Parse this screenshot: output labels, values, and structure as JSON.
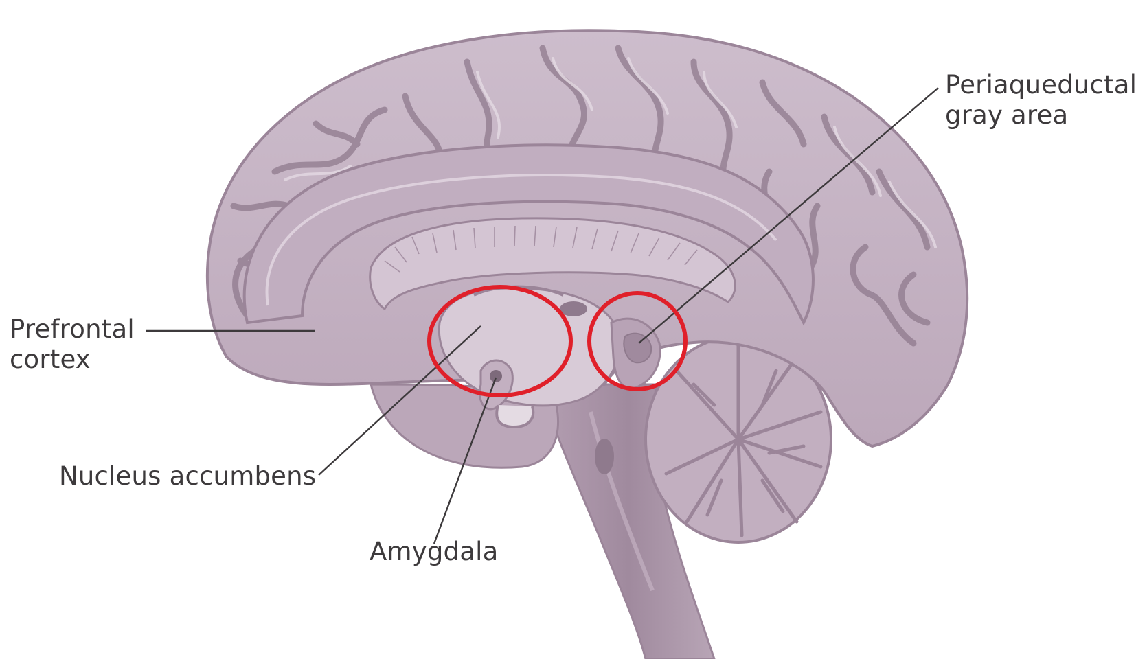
{
  "labels": {
    "prefrontal": {
      "line1": "Prefrontal",
      "line2": "cortex"
    },
    "pag": {
      "line1": "Periaqueductal",
      "line2": "gray area"
    },
    "nucleus": "Nucleus accumbens",
    "amygdala": "Amygdala"
  },
  "colors": {
    "brain_fill": "#c7b5c6",
    "brain_outline": "#9b8599",
    "gyrus_highlight": "#e3d8e2",
    "sulcus_shadow": "#8f7a8d",
    "brainstem": "#a58ea3",
    "highlight_circle": "#e0202a",
    "leader_line": "#3d3a3c"
  },
  "icons": {
    "region_marker": "red-circle-outline"
  }
}
